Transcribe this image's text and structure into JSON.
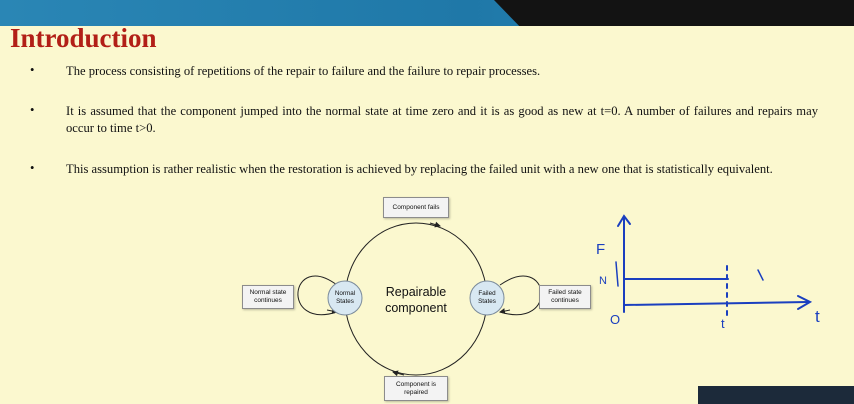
{
  "slide": {
    "title": "Introduction",
    "bullet_marker": "•",
    "bullets": [
      "The process consisting of repetitions of the repair to failure and the failure to repair processes.",
      "It is assumed that the component jumped into the normal state at time zero and it is as good as new at t=0. A number of failures and repairs may occur to time t>0.",
      "This assumption is rather realistic when the restoration is achieved by replacing the failed unit with a new one that is statistically equivalent."
    ]
  },
  "diagram": {
    "center_label": "Repairable component",
    "normal_state": "Normal States",
    "failed_state": "Failed States",
    "component_fails": "Component fails",
    "component_repaired": "Component is repaired",
    "normal_continues": "Normal state continues",
    "failed_continues": "Failed state continues"
  },
  "sketch": {
    "label_F": "F",
    "label_N": "N",
    "label_origin": "O",
    "label_t_axis": "t",
    "label_t_mark": "t",
    "ink_color": "#1a3fbf"
  },
  "colors": {
    "background": "#fbf8cf",
    "title": "#b21f17",
    "header_blue": "#1f78a8",
    "header_dark": "#131313"
  }
}
